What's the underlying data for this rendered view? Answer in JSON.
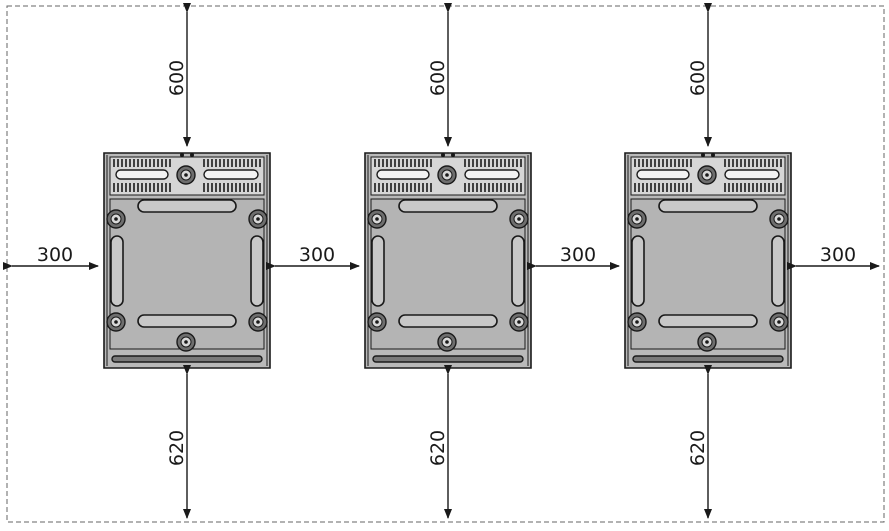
{
  "dimensions": {
    "top_clearance": "600",
    "bottom_clearance": "620",
    "side_clearance": "300"
  },
  "units": [
    {
      "id": "unit-1"
    },
    {
      "id": "unit-2"
    },
    {
      "id": "unit-3"
    }
  ],
  "colors": {
    "housing_fill": "#b9b9b9",
    "housing_stroke": "#1a1a1a",
    "arrow": "#1a1a1a",
    "boundary": "#666666"
  }
}
